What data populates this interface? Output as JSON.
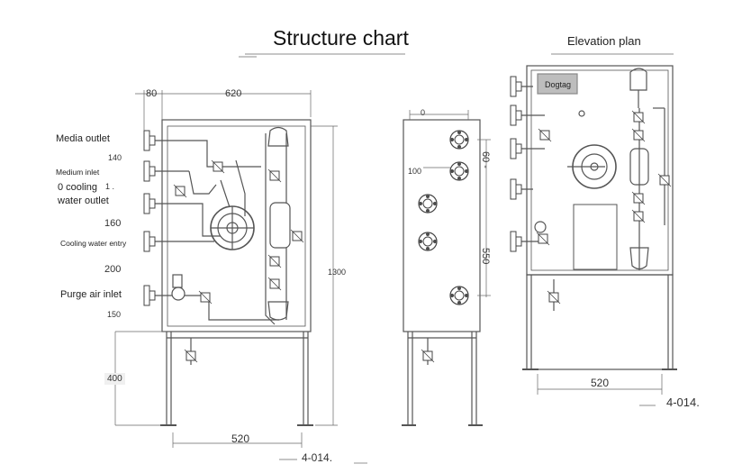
{
  "title": "Structure chart",
  "elevation_title": "Elevation plan",
  "labels": {
    "media_outlet": "Media outlet",
    "medium_inlet": "Medium inlet",
    "cooling_water_outlet_1": "0 cooling",
    "cooling_water_outlet_2": "water outlet",
    "cooling_water_entry": "Cooling water entry",
    "purge_air_inlet": "Purge air inlet",
    "dogtag": "Dogtag"
  },
  "dimensions": {
    "d80": "80",
    "d620": "620",
    "d140": "140",
    "d1": "1 .",
    "d160": "160",
    "d200": "200",
    "d150": "150",
    "d400": "400",
    "d1300": "1300",
    "d520_front": "520",
    "d4_014_front": "4-014.",
    "side_0": "0",
    "side_100": "100",
    "side_60": "60 -",
    "side_550": "550",
    "d520_elev": "520",
    "d4_014_elev": "4-014."
  },
  "colors": {
    "line": "#444444",
    "frame": "#555555",
    "panel_fill": "#e6e6e6",
    "tag_fill": "#bdbdbd"
  }
}
